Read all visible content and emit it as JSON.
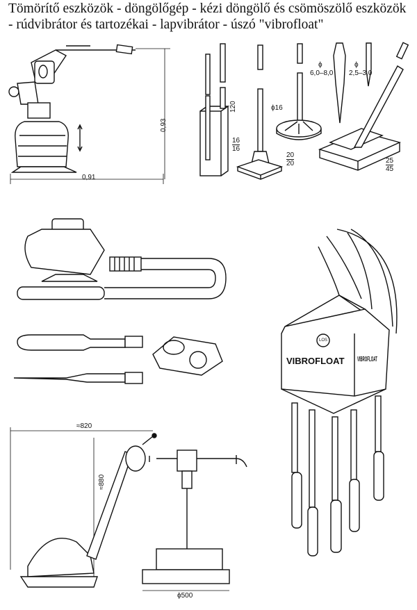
{
  "title": {
    "line1": "Tömörítő eszközök - döngölőgép - kézi döngölő és csömöszölő eszközök",
    "line2": "- rúdvibrátor és tartozékai - lapvibrátor - úszó \"vibrofloat\""
  },
  "rammer": {
    "width_dim": "0,91",
    "height_dim": "0,93"
  },
  "hand_tampers": {
    "height_dim": "120",
    "block_top": "16",
    "block_bottom": "16",
    "rod_diameter": "ϕ16",
    "base_top": "20",
    "base_bottom": "20",
    "dia_symbol_1": "ϕ",
    "range_1": "6,0–8,0",
    "dia_symbol_2": "ϕ",
    "range_2": "2,5–3,0",
    "plate_top": "25",
    "plate_bottom": "45"
  },
  "plate_vibrator": {
    "length_dim": "≈820",
    "height_dim": "≈880",
    "plate_dim": "ϕ500"
  },
  "vibrofloat": {
    "front_label": "VIBROFLOAT",
    "side_label": "VIBROFLOAT",
    "logo": "LOS"
  }
}
